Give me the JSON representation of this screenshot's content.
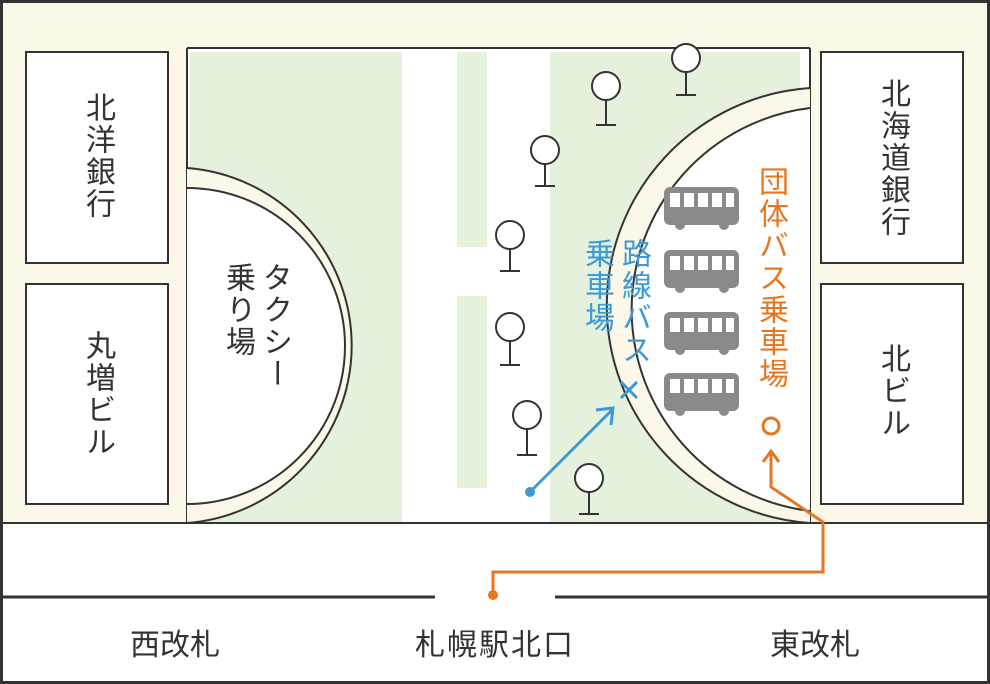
{
  "buildings": {
    "hokuyo_bank": "北洋銀行",
    "marumasu_bldg": "丸増ビル",
    "hokkaido_bank": "北海道銀行",
    "kita_bldg": "北ビル"
  },
  "taxi_stand": {
    "line1": "タクシー",
    "line2": "乗り場"
  },
  "route_bus_stop": {
    "line1": "路線バス",
    "line2": "乗車場"
  },
  "charter_bus_stop": "団体バス乗車場",
  "gates": {
    "west": "西改札",
    "station": "札幌駅北口",
    "east": "東改札"
  },
  "colors": {
    "cream": "#fbf8e9",
    "green": "#e6f1dd",
    "outline": "#333333",
    "bus_grey": "#8a8a8a",
    "route_blue": "#3e9ad6",
    "charter_orange": "#e8751f"
  },
  "icons": [
    "tree-icon",
    "bus-icon",
    "cross-marker-icon",
    "circle-marker-icon"
  ]
}
